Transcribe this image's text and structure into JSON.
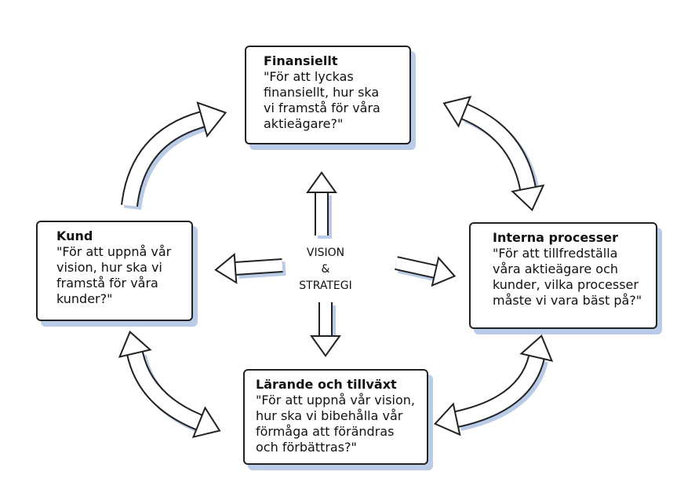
{
  "center": {
    "line1": "VISION",
    "line2": "&",
    "line3": "STRATEGI"
  },
  "boxes": {
    "finansiellt": {
      "title": "Finansiellt",
      "question": "\"För att lyckas\nfinansiellt, hur ska\nvi framstå för våra\naktieägare?\""
    },
    "kund": {
      "title": "Kund",
      "question": "\"För att uppnå vår\nvision, hur ska vi\nframstå för våra\nkunder?\""
    },
    "interna": {
      "title": "Interna processer",
      "question": "\"För att tillfredställa\nvåra aktieägare och\nkunder, vilka processer\nmåste vi vara bäst på?\""
    },
    "larande": {
      "title": "Lärande och tillväxt",
      "question": "\"För att uppnå vår vision,\nhur ska vi bibehålla vår\nförmåga att förändras\noch förbättras?\""
    }
  },
  "colors": {
    "shadow": "#b9cbe6",
    "outline": "#222222"
  }
}
